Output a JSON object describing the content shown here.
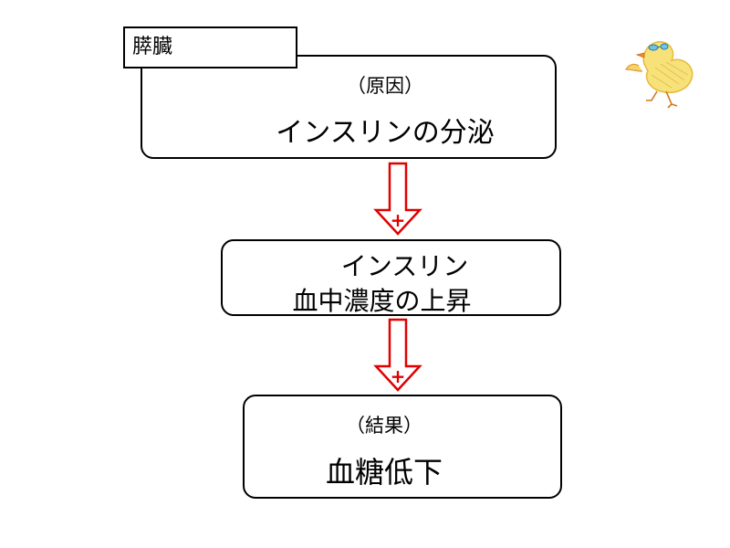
{
  "diagram": {
    "organ_label": "膵臓",
    "cause_box": {
      "heading": "（原因）",
      "text": "インスリンの分泌"
    },
    "middle_box": {
      "line1": "インスリン",
      "line2": "血中濃度の上昇"
    },
    "result_box": {
      "heading": "（結果）",
      "text": "血糖低下"
    },
    "arrows": [
      {
        "sign": "+"
      },
      {
        "sign": "+"
      }
    ],
    "colors": {
      "arrow": "#e00000",
      "border": "#000000"
    }
  }
}
